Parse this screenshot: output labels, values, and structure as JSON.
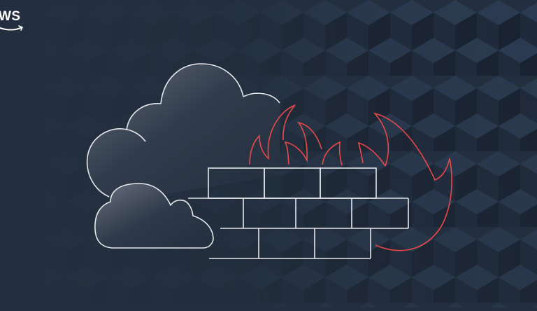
{
  "brand": {
    "logo_text": "WS",
    "logo_full": "aws"
  },
  "illustration": {
    "subject": "cloud-firewall-with-fire",
    "elements": [
      "large-cloud",
      "small-cloud",
      "brick-wall",
      "flames"
    ]
  },
  "colors": {
    "background": "#232f3e",
    "cube_top": "#2b3b51",
    "cube_left": "#1f2a3b",
    "cube_right": "#18212f",
    "outline": "#e6e8eb",
    "flame": "#e8484a",
    "cloud_fill_light": "#5a6372",
    "cloud_fill_dark": "#232f3e"
  }
}
